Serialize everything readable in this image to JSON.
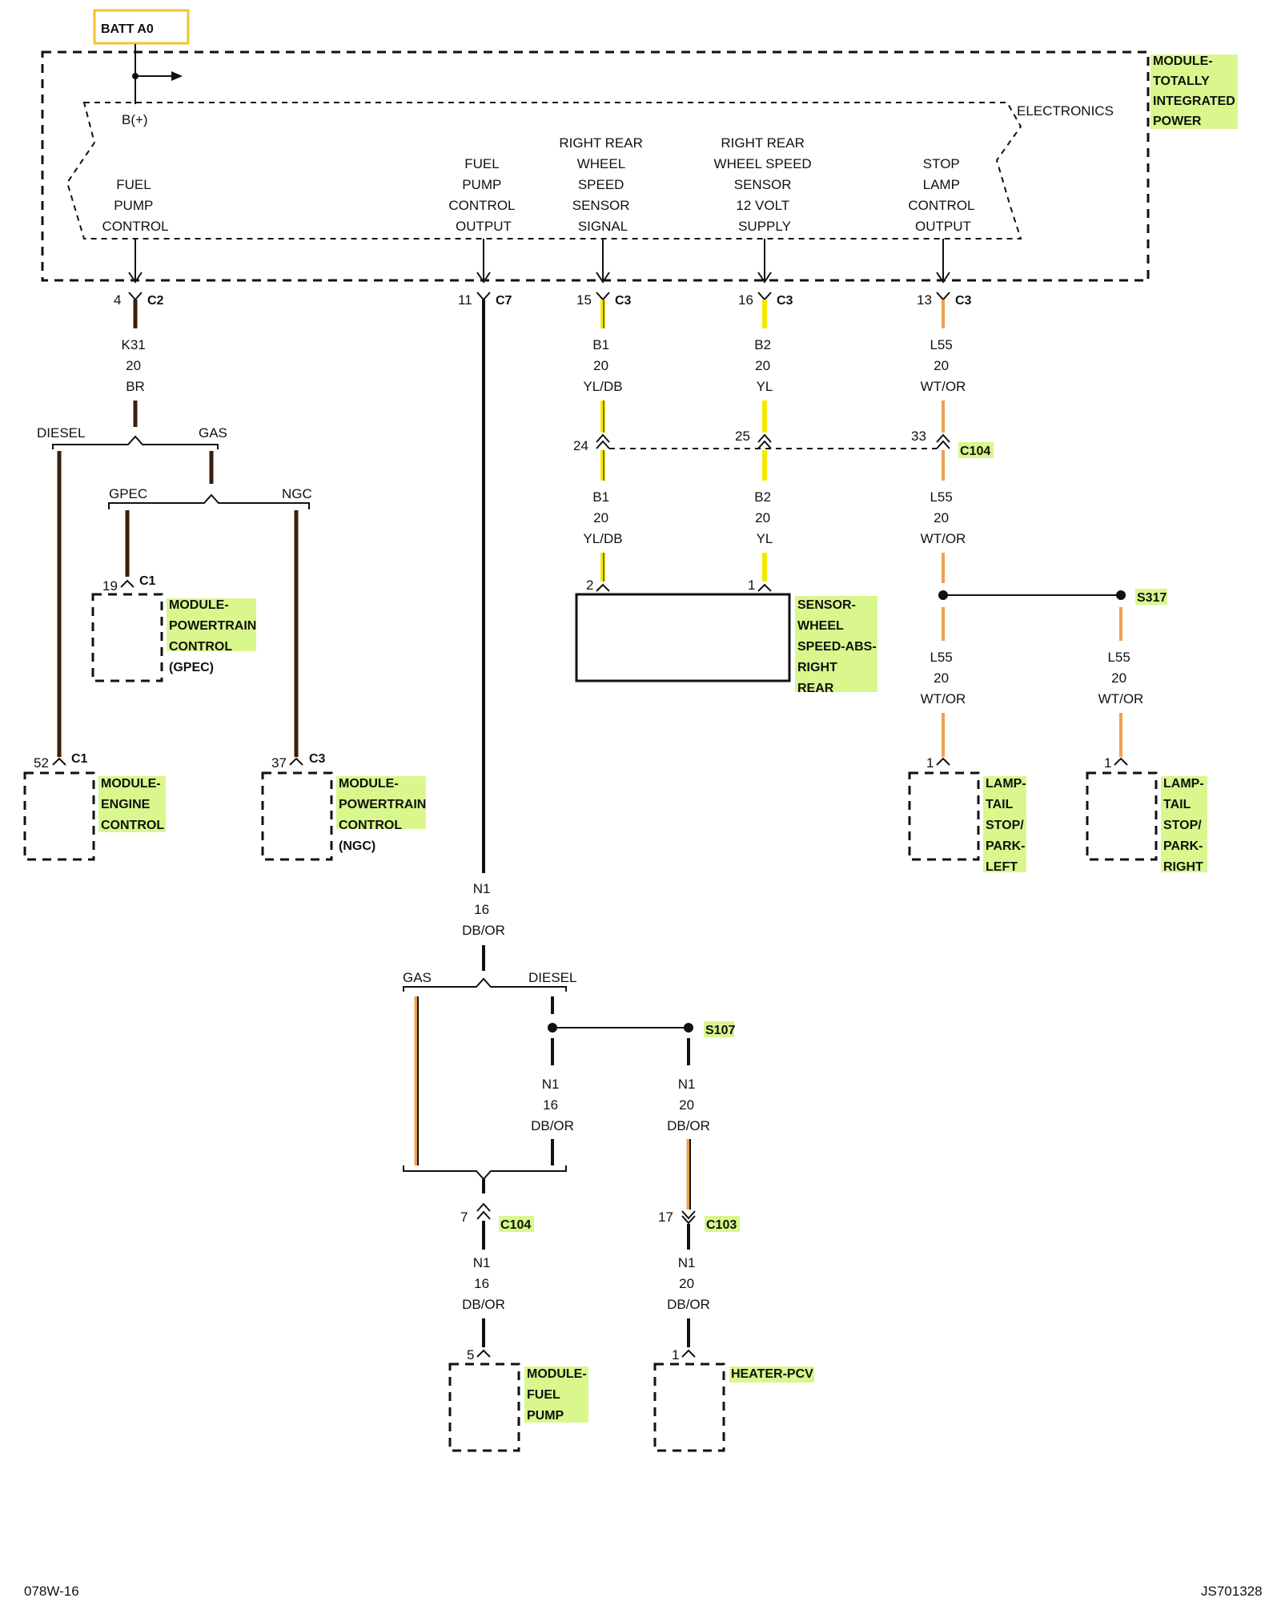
{
  "header": {
    "batt": "BATT A0"
  },
  "tipm": {
    "title": [
      "MODULE-",
      "TOTALLY",
      "INTEGRATED",
      "POWER"
    ],
    "electronics": "ELECTRONICS",
    "bplus": "B(+)",
    "fuel_pump_control": [
      "FUEL",
      "PUMP",
      "CONTROL"
    ],
    "fuel_pump_output": [
      "FUEL",
      "PUMP",
      "CONTROL",
      "OUTPUT"
    ],
    "rr_signal": [
      "RIGHT REAR",
      "WHEEL",
      "SPEED",
      "SENSOR",
      "SIGNAL"
    ],
    "rr_supply": [
      "RIGHT REAR",
      "WHEEL SPEED",
      "SENSOR",
      "12 VOLT",
      "SUPPLY"
    ],
    "stop_lamp": [
      "STOP",
      "LAMP",
      "CONTROL",
      "OUTPUT"
    ]
  },
  "connectors": {
    "fpc": {
      "pin": "4",
      "name": "C2"
    },
    "fpo": {
      "pin": "11",
      "name": "C7"
    },
    "rrs": {
      "pin": "15",
      "name": "C3"
    },
    "rrv": {
      "pin": "16",
      "name": "C3"
    },
    "slo": {
      "pin": "13",
      "name": "C3"
    },
    "c104_b1": {
      "pin": "24"
    },
    "c104_b2": {
      "pin": "25"
    },
    "c104_l55": {
      "pin": "33",
      "name": "C104"
    },
    "sensor_b1": {
      "pin": "2"
    },
    "sensor_b2": {
      "pin": "1"
    },
    "gpec": {
      "pin": "19",
      "name": "C1"
    },
    "ecm": {
      "pin": "52",
      "name": "C1"
    },
    "ngc": {
      "pin": "37",
      "name": "C3"
    },
    "c104_n1": {
      "pin": "7",
      "name": "C104"
    },
    "c103_n1": {
      "pin": "17",
      "name": "C103"
    },
    "fuel_pump": {
      "pin": "5"
    },
    "heater": {
      "pin": "1"
    },
    "lamp_left": {
      "pin": "1"
    },
    "lamp_right": {
      "pin": "1"
    }
  },
  "wires": {
    "k31": [
      "K31",
      "20",
      "BR"
    ],
    "b1_top": [
      "B1",
      "20",
      "YL/DB"
    ],
    "b2_top": [
      "B2",
      "20",
      "YL"
    ],
    "l55_top": [
      "L55",
      "20",
      "WT/OR"
    ],
    "b1_bot": [
      "B1",
      "20",
      "YL/DB"
    ],
    "b2_bot": [
      "B2",
      "20",
      "YL"
    ],
    "l55_mid": [
      "L55",
      "20",
      "WT/OR"
    ],
    "l55_left": [
      "L55",
      "20",
      "WT/OR"
    ],
    "l55_right": [
      "L55",
      "20",
      "WT/OR"
    ],
    "n1_main": [
      "N1",
      "16",
      "DB/OR"
    ],
    "n1_diesel": [
      "N1",
      "16",
      "DB/OR"
    ],
    "n1_s107": [
      "N1",
      "20",
      "DB/OR"
    ],
    "n1_pump": [
      "N1",
      "16",
      "DB/OR"
    ],
    "n1_heater": [
      "N1",
      "20",
      "DB/OR"
    ]
  },
  "branches": {
    "diesel": "DIESEL",
    "gas": "GAS",
    "gpec": "GPEC",
    "ngc": "NGC",
    "gas2": "GAS",
    "diesel2": "DIESEL"
  },
  "splices": {
    "s317": "S317",
    "s107": "S107"
  },
  "components": {
    "gpec": [
      "MODULE-",
      "POWERTRAIN",
      "CONTROL",
      "(GPEC)"
    ],
    "ecm": [
      "MODULE-",
      "ENGINE",
      "CONTROL"
    ],
    "ngc": [
      "MODULE-",
      "POWERTRAIN",
      "CONTROL",
      "(NGC)"
    ],
    "wheel_sensor": [
      "SENSOR-",
      "WHEEL",
      "SPEED-ABS-",
      "RIGHT",
      "REAR"
    ],
    "lamp_left": [
      "LAMP-",
      "TAIL",
      "STOP/",
      "PARK-",
      "LEFT"
    ],
    "lamp_right": [
      "LAMP-",
      "TAIL",
      "STOP/",
      "PARK-",
      "RIGHT"
    ],
    "fuel_pump": [
      "MODULE-",
      "FUEL",
      "PUMP"
    ],
    "heater": "HEATER-PCV"
  },
  "footer": {
    "left": "078W-16",
    "right": "JS701328"
  },
  "colors": {
    "highlight": "#d9f78c",
    "batt_border": "#f2c230",
    "yellow": "#f5e800",
    "orange": "#f0a050",
    "brown": "#3b1f0a",
    "black": "#111111"
  }
}
